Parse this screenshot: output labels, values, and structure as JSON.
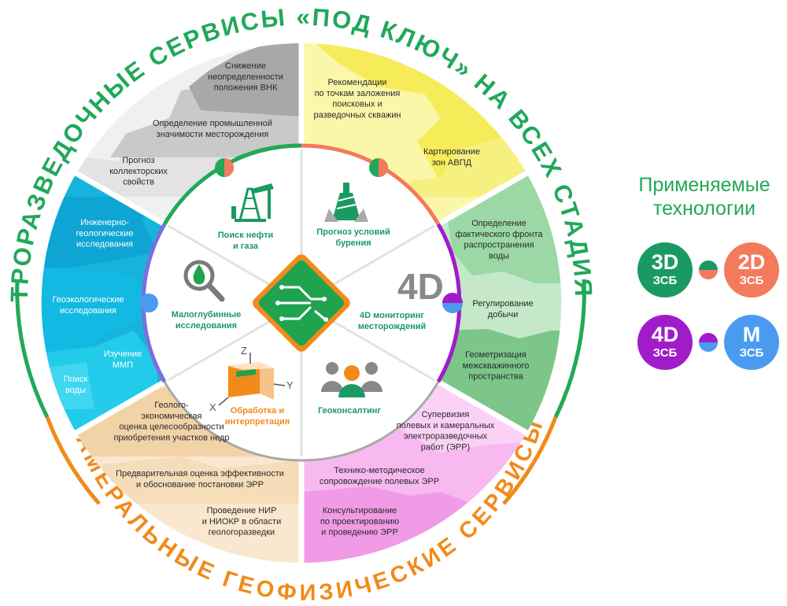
{
  "arc_titles": {
    "top": "ЭЛЕКТРОРАЗВЕДОЧНЫЕ СЕРВИСЫ «ПОД КЛЮЧ» НА ВСЕХ СТАДИЯХ ГГР",
    "bottom": "КАМЕРАЛЬНЫЕ ГЕОФИЗИЧЕСКИЕ СЕРВИСЫ"
  },
  "colors": {
    "green": "#21a85a",
    "orange": "#f28a1a",
    "gray": "#b5b5b5",
    "yellow": "#f6ec5a",
    "light_green": "#8dd19a",
    "pink": "#f3a3e9",
    "tan": "#f2d3a8",
    "cyan": "#22c6e8",
    "salmon": "#f47a5c",
    "purple": "#a01cc9",
    "blue": "#4a9bf0"
  },
  "sectors": {
    "top_left": {
      "icon": "oil-derrick-icon",
      "label": "Поиск нефти\nи газа",
      "items": [
        "Снижение\nнеопределенности\nположения ВНК",
        "Определение промышленной\nзначимости месторождения",
        "Прогноз\nколлекторских\nсвойств"
      ]
    },
    "top_right": {
      "icon": "drill-bit-icon",
      "label": "Прогноз условий\nбурения",
      "items": [
        "Рекомендации\nпо точкам заложения\nпоисковых и\nразведочных скважин",
        "Картирование\nзон АВПД"
      ]
    },
    "right": {
      "icon": "4d-icon",
      "icon_text": "4D",
      "label": "4D мониторинг\nместорождений",
      "items": [
        "Определение\nфактического фронта\nраспространения\nводы",
        "Регулирование\nдобычи",
        "Геометризация\nмежскважинного\nпространства"
      ]
    },
    "bottom_right": {
      "icon": "people-icon",
      "label": "Геоконсалтинг",
      "items": [
        "Супервизия\nполевых и камеральных\nэлектроразведочных\nработ (ЭРР)",
        "Технико-методическое\nсопровождение полевых ЭРР",
        "Консультирование\nпо проектированию\nи проведению ЭРР"
      ]
    },
    "bottom_left": {
      "icon": "cube-axes-icon",
      "axis_labels": [
        "Z",
        "Y",
        "X"
      ],
      "label": "Обработка и\nинтерпретация",
      "items": [
        "Геолого-\nэкономическая\nоценка целесообразности\nприобретения участков недр",
        "Предварительная оценка эффективности\nи обоснование постановки ЭРР",
        "Проведение НИР\nи НИОКР в области\nгеологоразведки"
      ]
    },
    "left": {
      "icon": "magnifier-drop-icon",
      "label": "Малоглубинные\nисследования",
      "items": [
        "Инженерно-\nгеологические\nисследования",
        "Геоэкологические\nисследования",
        "Изучение\nММП",
        "Поиск\nводы"
      ]
    }
  },
  "legend": {
    "title": "Применяемые\nтехнологии",
    "techs": [
      {
        "big": "3D",
        "small": "ЗСБ",
        "color": "#1a9a62"
      },
      {
        "big": "2D",
        "small": "ЗСБ",
        "color": "#f47a5c"
      },
      {
        "big": "4D",
        "small": "ЗСБ",
        "color": "#a01cc9"
      },
      {
        "big": "М",
        "small": "ЗСБ",
        "color": "#4a9bf0"
      }
    ]
  }
}
